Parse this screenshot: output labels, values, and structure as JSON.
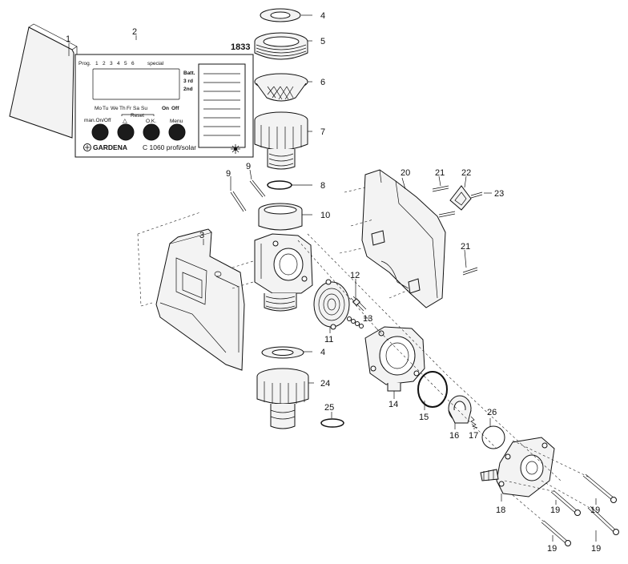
{
  "callouts": [
    {
      "id": "c1",
      "label": "1"
    },
    {
      "id": "c2",
      "label": "2"
    },
    {
      "id": "c3",
      "label": "3"
    },
    {
      "id": "c4a",
      "label": "4"
    },
    {
      "id": "c4b",
      "label": "4"
    },
    {
      "id": "c5",
      "label": "5"
    },
    {
      "id": "c6",
      "label": "6"
    },
    {
      "id": "c7",
      "label": "7"
    },
    {
      "id": "c8",
      "label": "8"
    },
    {
      "id": "c9a",
      "label": "9"
    },
    {
      "id": "c9b",
      "label": "9"
    },
    {
      "id": "c10",
      "label": "10"
    },
    {
      "id": "c11",
      "label": "11"
    },
    {
      "id": "c12",
      "label": "12"
    },
    {
      "id": "c13",
      "label": "13"
    },
    {
      "id": "c14",
      "label": "14"
    },
    {
      "id": "c15",
      "label": "15"
    },
    {
      "id": "c16",
      "label": "16"
    },
    {
      "id": "c17",
      "label": "17"
    },
    {
      "id": "c18",
      "label": "18"
    },
    {
      "id": "c19a",
      "label": "19"
    },
    {
      "id": "c19b",
      "label": "19"
    },
    {
      "id": "c19c",
      "label": "19"
    },
    {
      "id": "c19d",
      "label": "19"
    },
    {
      "id": "c20",
      "label": "20"
    },
    {
      "id": "c21a",
      "label": "21"
    },
    {
      "id": "c21b",
      "label": "21"
    },
    {
      "id": "c22",
      "label": "22"
    },
    {
      "id": "c23",
      "label": "23"
    },
    {
      "id": "c24",
      "label": "24"
    },
    {
      "id": "c25",
      "label": "25"
    },
    {
      "id": "c26",
      "label": "26"
    }
  ],
  "thread_spec": "1833",
  "panel": {
    "prog_label": "Prog.",
    "prog_numbers": [
      "1",
      "2",
      "3",
      "4",
      "5",
      "6"
    ],
    "special_label": "special",
    "status_labels": [
      "Batt.",
      "3 rd",
      "2nd"
    ],
    "days": [
      "Mo",
      "Tu",
      "We",
      "Th",
      "Fr",
      "Sa",
      "Su"
    ],
    "on_label": "On",
    "off_label": "Off",
    "reset_label": "Reset",
    "button_labels": [
      "man.On/Off",
      "△",
      "O.K.",
      "Menu"
    ],
    "brand": "GARDENA",
    "model": "C 1060 profi/solar"
  }
}
